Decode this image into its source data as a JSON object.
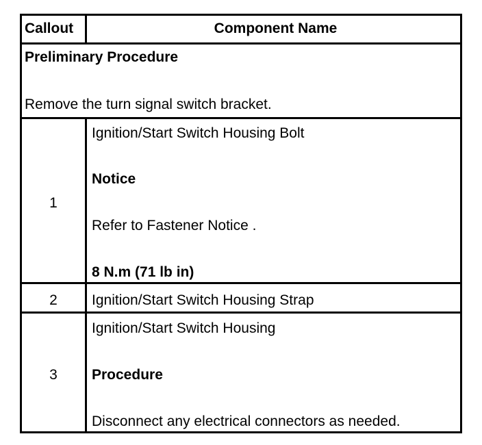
{
  "table": {
    "headers": {
      "callout": "Callout",
      "component_name": "Component Name"
    },
    "preliminary": {
      "heading": "Preliminary Procedure",
      "text": "Remove the turn signal switch bracket."
    },
    "rows": [
      {
        "callout": "1",
        "name": "Ignition/Start Switch Housing Bolt",
        "notice_heading": "Notice",
        "notice_text": "Refer to Fastener Notice .",
        "torque": "8 N.m (71 lb in)"
      },
      {
        "callout": "2",
        "name": "Ignition/Start Switch Housing Strap"
      },
      {
        "callout": "3",
        "name": "Ignition/Start Switch Housing",
        "procedure_heading": "Procedure",
        "procedure_text": "Disconnect any electrical connectors as needed."
      }
    ]
  }
}
